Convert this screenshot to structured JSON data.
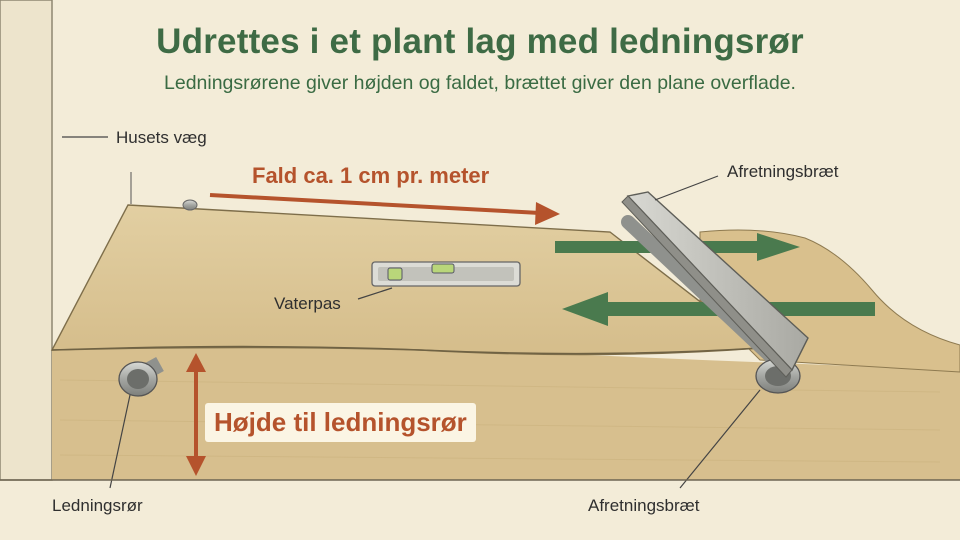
{
  "header": {
    "title": "Udrettes i et plant lag med ledningsrør",
    "subtitle": "Ledningsrørene giver højden og faldet, brættet giver den plane overflade."
  },
  "labels": {
    "wall": "Husets væg",
    "screed_board_top": "Afretningsbræt",
    "slope": "Fald ca. 1 cm pr. meter",
    "spirit_level": "Vaterpas",
    "height": "Højde til ledningsrør",
    "pipe": "Ledningsrør",
    "screed_board_bottom": "Afretningsbræt"
  },
  "colors": {
    "background": "#f3ecd8",
    "title_green": "#3e6b45",
    "accent_orange": "#b5532c",
    "arrow_green": "#4a7a4e",
    "sand_light": "#dcc596",
    "sand_dark": "#cfb581",
    "ground": "#d6be8d",
    "wall": "#ede4cc",
    "pipe_gray": "#a9aba7",
    "board_gray": "#c6c6c0"
  },
  "icons": {
    "slope_arrow": "arrow-right-icon",
    "move_arrows": "double-arrow-icon",
    "height_arrow": "vertical-double-arrow-icon",
    "level": "spirit-level-icon",
    "pipe": "pipe-icon"
  }
}
